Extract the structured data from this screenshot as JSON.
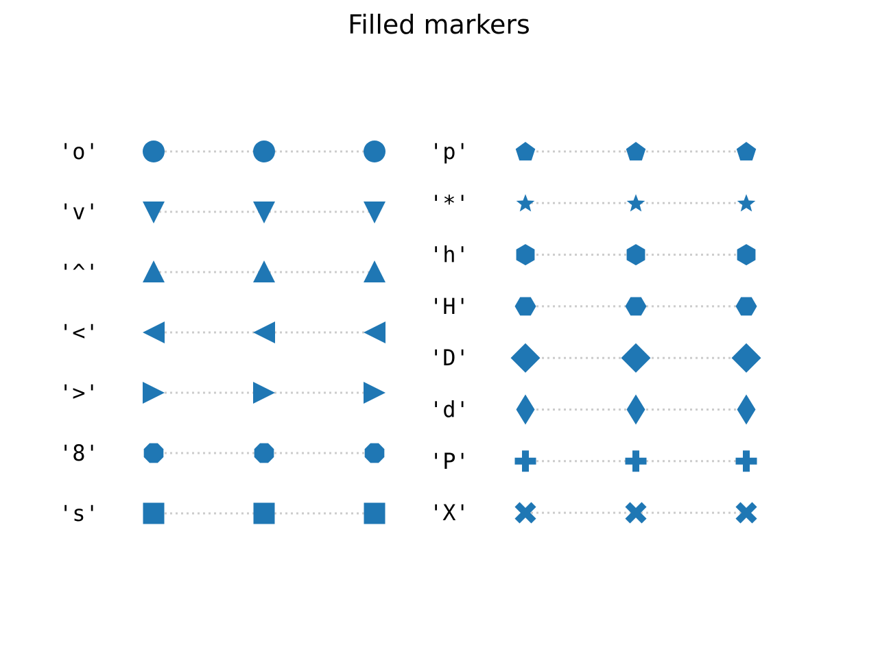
{
  "title": "Filled markers",
  "colors": {
    "marker": "#1f77b4",
    "line": "#cccccc",
    "text": "#000000"
  },
  "chart_data": {
    "type": "scatter",
    "title": "Filled markers",
    "xlabel": "",
    "ylabel": "",
    "axes_visible": false,
    "grid": false,
    "x": [
      0,
      1,
      2
    ],
    "columns": [
      {
        "markers": [
          {
            "label": "'o'",
            "marker": "o",
            "name": "circle"
          },
          {
            "label": "'v'",
            "marker": "v",
            "name": "triangle_down"
          },
          {
            "label": "'^'",
            "marker": "^",
            "name": "triangle_up"
          },
          {
            "label": "'<'",
            "marker": "<",
            "name": "triangle_left"
          },
          {
            "label": "'>'",
            "marker": ">",
            "name": "triangle_right"
          },
          {
            "label": "'8'",
            "marker": "8",
            "name": "octagon"
          },
          {
            "label": "'s'",
            "marker": "s",
            "name": "square"
          }
        ]
      },
      {
        "markers": [
          {
            "label": "'p'",
            "marker": "p",
            "name": "pentagon"
          },
          {
            "label": "'*'",
            "marker": "*",
            "name": "star"
          },
          {
            "label": "'h'",
            "marker": "h",
            "name": "hexagon1"
          },
          {
            "label": "'H'",
            "marker": "H",
            "name": "hexagon2"
          },
          {
            "label": "'D'",
            "marker": "D",
            "name": "diamond"
          },
          {
            "label": "'d'",
            "marker": "d",
            "name": "thin_diamond"
          },
          {
            "label": "'P'",
            "marker": "P",
            "name": "plus_filled"
          },
          {
            "label": "'X'",
            "marker": "X",
            "name": "x_filled"
          }
        ]
      }
    ],
    "line_style": "dotted",
    "marker_color": "#1f77b4",
    "line_color": "#cccccc"
  }
}
